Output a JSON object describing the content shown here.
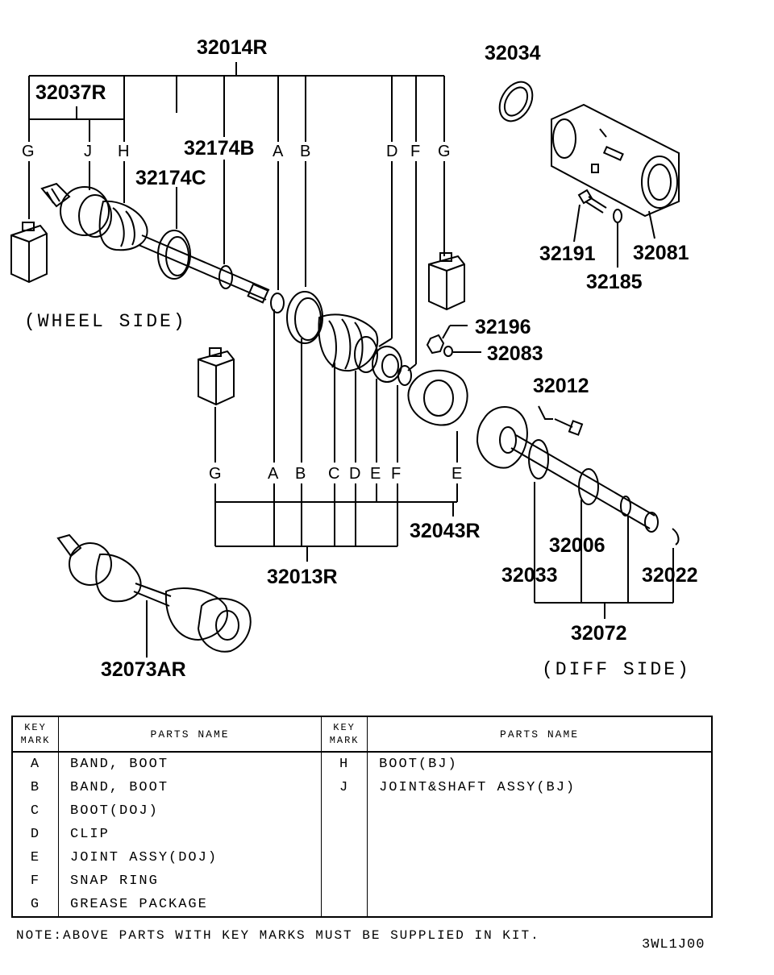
{
  "parts": {
    "p32014R": "32014R",
    "p32037R": "32037R",
    "p32174B": "32174B",
    "p32174C": "32174C",
    "p32034": "32034",
    "p32191": "32191",
    "p32081": "32081",
    "p32185": "32185",
    "p32196": "32196",
    "p32083": "32083",
    "p32012": "32012",
    "p32043R": "32043R",
    "p32013R": "32013R",
    "p32006": "32006",
    "p32033": "32033",
    "p32022": "32022",
    "p32072": "32072",
    "p32073AR": "32073AR"
  },
  "marks": {
    "G": "G",
    "J": "J",
    "H": "H",
    "A": "A",
    "B": "B",
    "C": "C",
    "D": "D",
    "E": "E",
    "F": "F"
  },
  "sides": {
    "wheel": "(WHEEL SIDE)",
    "diff": "(DIFF SIDE)"
  },
  "legend": {
    "header_key_1": "KEY",
    "header_key_2": "MARK",
    "header_name": "PARTS NAME",
    "left": [
      {
        "key": "A",
        "name": "BAND, BOOT"
      },
      {
        "key": "B",
        "name": "BAND, BOOT"
      },
      {
        "key": "C",
        "name": "BOOT(DOJ)"
      },
      {
        "key": "D",
        "name": "CLIP"
      },
      {
        "key": "E",
        "name": "JOINT ASSY(DOJ)"
      },
      {
        "key": "F",
        "name": "SNAP RING"
      },
      {
        "key": "G",
        "name": "GREASE PACKAGE"
      }
    ],
    "right": [
      {
        "key": "H",
        "name": "BOOT(BJ)"
      },
      {
        "key": "J",
        "name": "JOINT&SHAFT ASSY(BJ)"
      }
    ]
  },
  "note": "NOTE:ABOVE PARTS WITH KEY MARKS MUST BE SUPPLIED IN KIT.",
  "drawing_code": "3WL1J00"
}
